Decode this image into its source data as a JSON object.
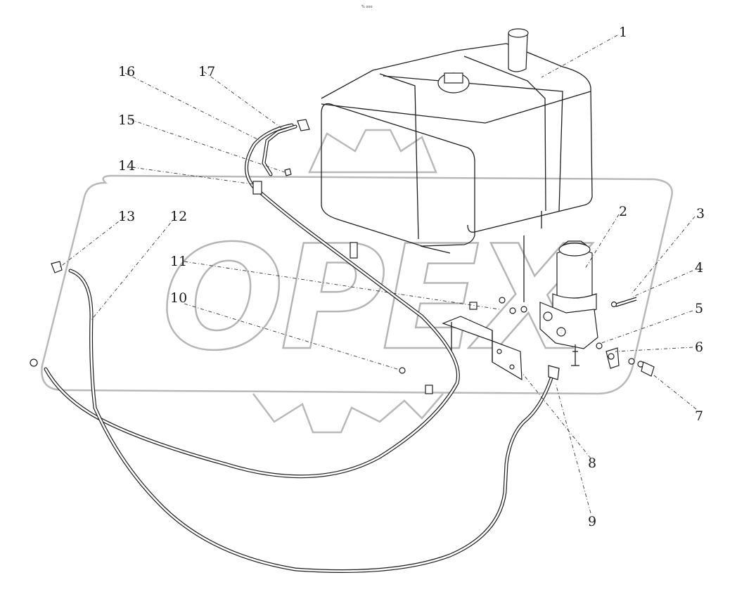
{
  "diagram": {
    "header_text": "% ooo",
    "watermark": "OPEX",
    "callouts": [
      "1",
      "2",
      "3",
      "4",
      "5",
      "6",
      "7",
      "8",
      "9",
      "10",
      "11",
      "12",
      "13",
      "14",
      "15",
      "16",
      "17"
    ]
  }
}
